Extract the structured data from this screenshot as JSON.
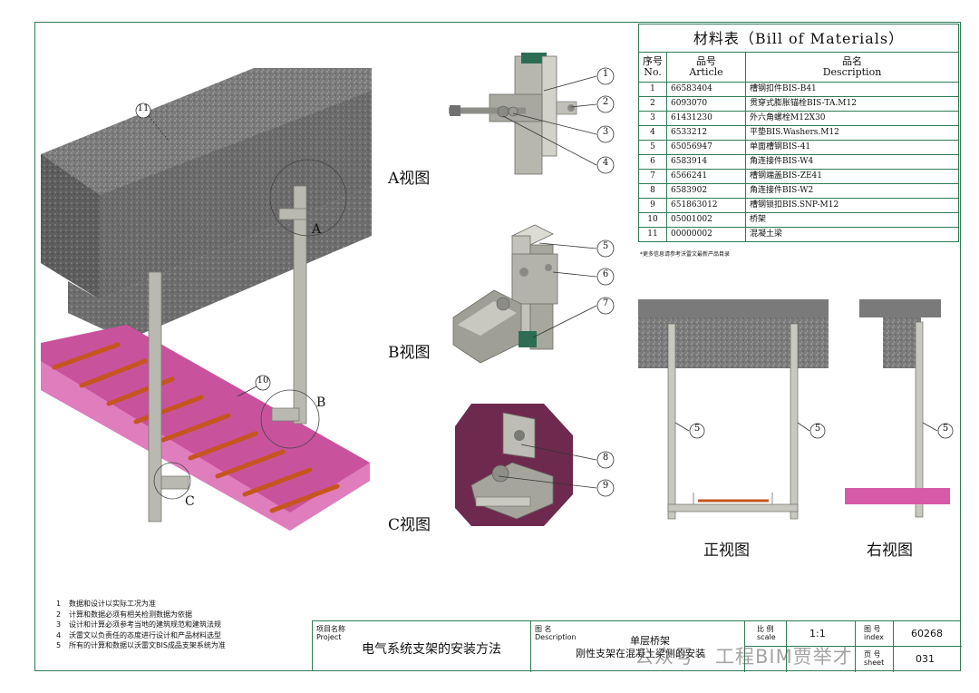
{
  "bom": {
    "title": "材料表（Bill of Materials）",
    "col_no_cn": "序号",
    "col_no_en": "No.",
    "col_article_cn": "品号",
    "col_article_en": "Article",
    "col_desc_cn": "品名",
    "col_desc_en": "Description",
    "rows": [
      {
        "no": "1",
        "article": "66583404",
        "desc": "槽钢扣件BIS-B41"
      },
      {
        "no": "2",
        "article": "6093070",
        "desc": "贯穿式膨胀锚栓BIS-TA.M12"
      },
      {
        "no": "3",
        "article": "61431230",
        "desc": "外六角螺栓M12X30"
      },
      {
        "no": "4",
        "article": "6533212",
        "desc": "平垫BIS.Washers.M12"
      },
      {
        "no": "5",
        "article": "65056947",
        "desc": "单面槽钢BIS-41"
      },
      {
        "no": "6",
        "article": "6583914",
        "desc": "角连接件BIS-W4"
      },
      {
        "no": "7",
        "article": "6566241",
        "desc": "槽钢端盖BIS-ZE41"
      },
      {
        "no": "8",
        "article": "6583902",
        "desc": "角连接件BIS-W2"
      },
      {
        "no": "9",
        "article": "651863012",
        "desc": "槽钢锁扣BIS.SNP-M12"
      },
      {
        "no": "10",
        "article": "05001002",
        "desc": "桥架"
      },
      {
        "no": "11",
        "article": "00000002",
        "desc": "混凝土梁"
      }
    ],
    "note": "*更多信息请参考沃雷文最新产品目录"
  },
  "views": {
    "a": "A视图",
    "b": "B视图",
    "c": "C视图",
    "front": "正视图",
    "right": "右视图"
  },
  "callouts": {
    "iso_beam": "11",
    "iso_tray": "10",
    "detail_a": "A",
    "detail_b": "B",
    "detail_c": "C",
    "a1": "1",
    "a2": "2",
    "a3": "3",
    "a4": "4",
    "b5": "5",
    "b6": "6",
    "b7": "7",
    "c8": "8",
    "c9": "9",
    "front_left": "5",
    "front_right": "5",
    "right_view": "5"
  },
  "notes": [
    {
      "n": "1",
      "text": "数据和设计以实际工况为准"
    },
    {
      "n": "2",
      "text": "计算和数据必须有相关检测数据为依据"
    },
    {
      "n": "3",
      "text": "设计和计算必须参考当地的建筑规范和建筑法规"
    },
    {
      "n": "4",
      "text": "沃雷文以负责任的态度进行设计和产品材料选型"
    },
    {
      "n": "5",
      "text": "所有的计算和数据以沃雷文BIS成品支架系统为准"
    }
  ],
  "title_block": {
    "project_cn": "项目名称",
    "project_en": "Project",
    "project_value": "电气系统支架的安装方法",
    "desc_cn": "图 名",
    "desc_en": "Description",
    "desc_line1": "单层桥架",
    "desc_line2": "刚性支架在混凝土梁侧的安装",
    "scale_cn": "比 例",
    "scale_en": "scale",
    "scale_value": "1:1",
    "index_cn": "图 号",
    "index_en": "index",
    "index_value": "60268",
    "sheet_cn": "页 号",
    "sheet_en": "sheet",
    "sheet_value": "031"
  },
  "watermark": "公众号 · 工程BIM贾举才",
  "colors": {
    "frame": "#2f7a55",
    "concrete": "#7d7d7d",
    "tray_side": "#d65aa8",
    "tray_rung": "#c5561f",
    "steel": "#bcbcb4",
    "callout_circle": "#444444"
  }
}
